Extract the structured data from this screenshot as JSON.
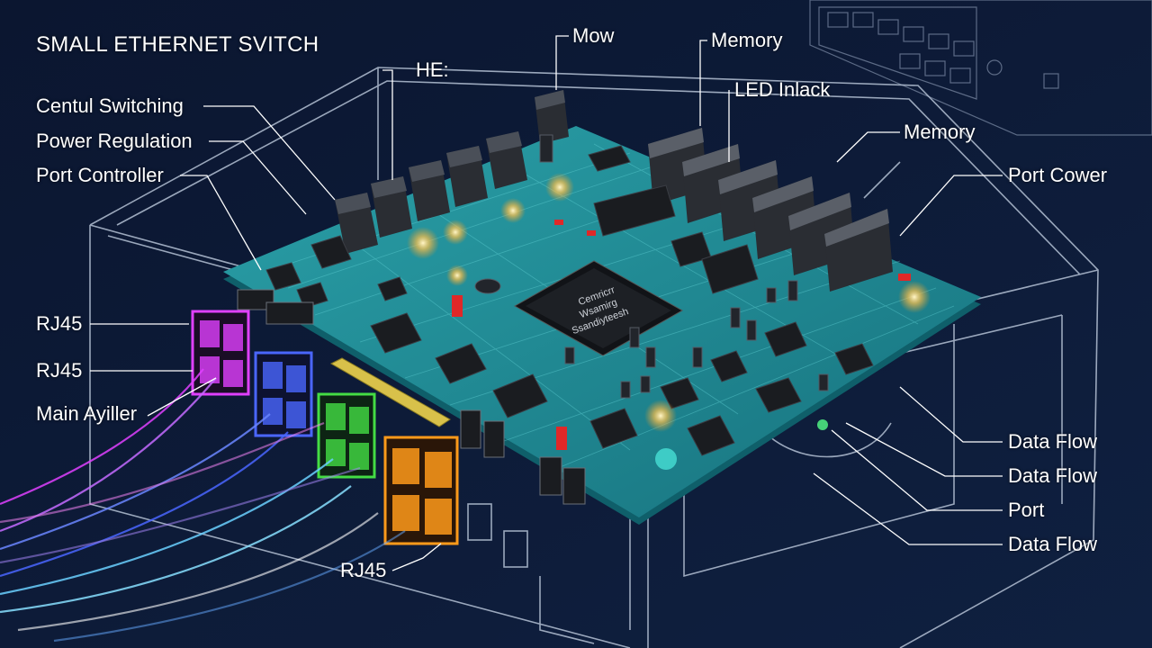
{
  "title": "SMALL ETHERNET SVITCH",
  "chip_text": [
    "Cemricrr",
    "Wsamirg",
    "Ssandiyteesh"
  ],
  "colors": {
    "background": "#0d1a33",
    "board": "#1f8a94",
    "board_edge": "#0f5f6a",
    "wireframe": "#aab8cc",
    "chip": "#1a1c20",
    "label": "#ffffff",
    "port_magenta": "#e040ff",
    "port_blue": "#4a66ff",
    "port_green": "#44dd44",
    "port_orange": "#ff9a1a"
  },
  "labels": {
    "central_switching": "Centul Switching",
    "power_regulation": "Power Regulation",
    "port_controller": "Port Controller",
    "rj45_a": "RJ45",
    "rj45_b": "RJ45",
    "main_ayiller": "Main Ayiller",
    "rj45_c": "RJ45",
    "he": "HE:",
    "mow": "Mow",
    "memory_top": "Memory",
    "led_inlack": "LED Inlack",
    "memory_right": "Memory",
    "port_cower": "Port Cower",
    "data_flow_1": "Data Flow",
    "data_flow_2": "Data Flow",
    "port": "Port",
    "data_flow_3": "Data Flow"
  }
}
